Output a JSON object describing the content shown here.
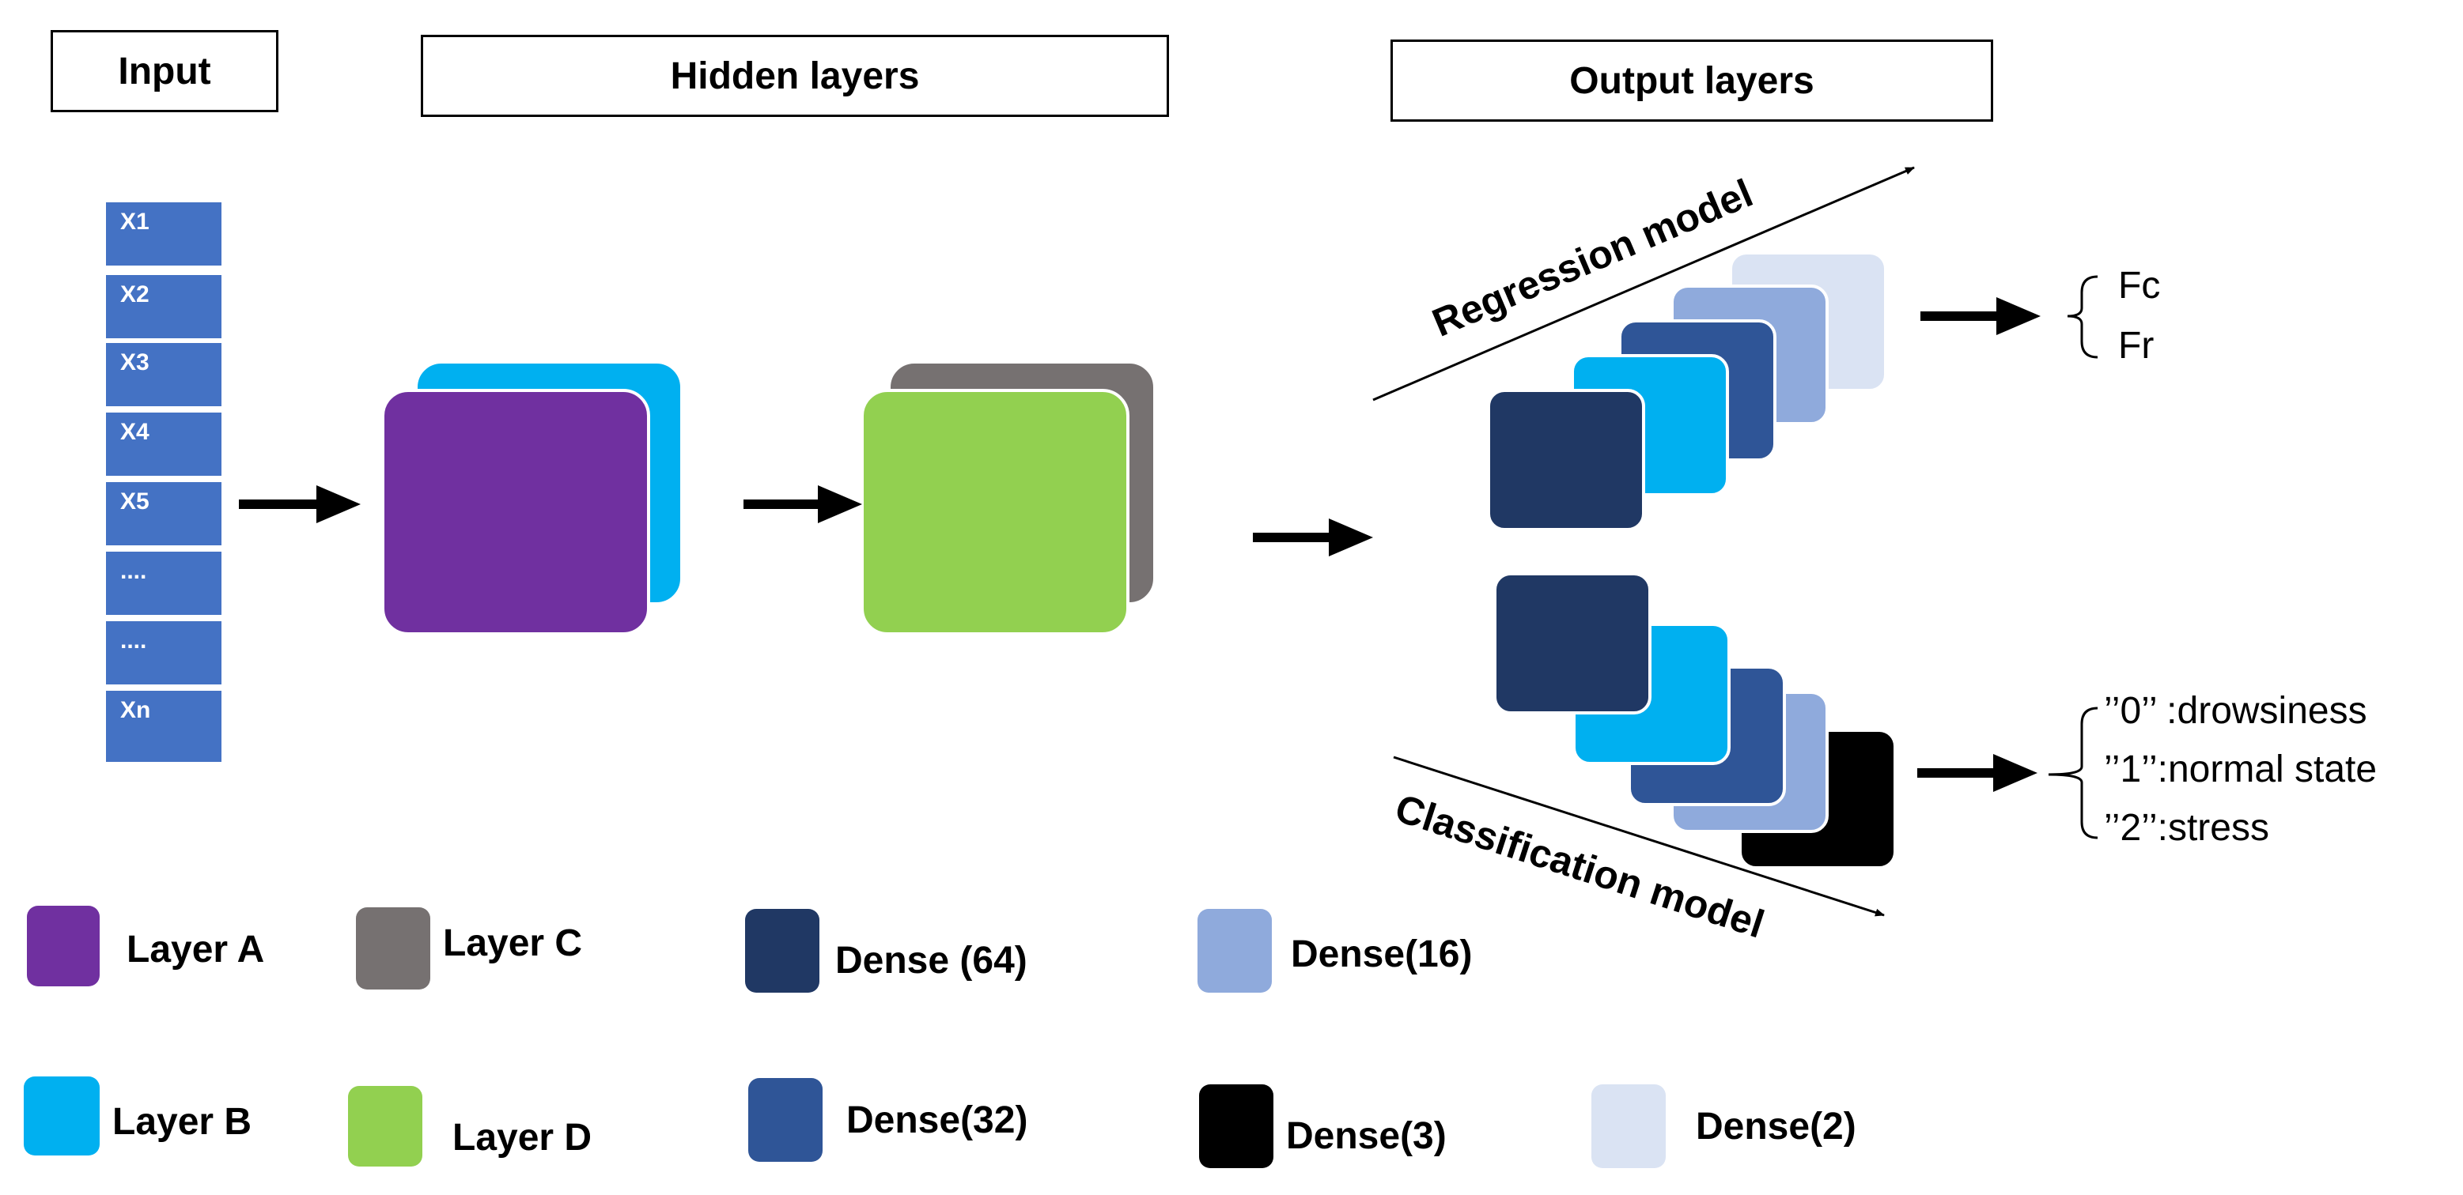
{
  "headers": {
    "input": "Input",
    "hidden": "Hidden layers",
    "output": "Output layers"
  },
  "input_cells": [
    "X1",
    "X2",
    "X3",
    "X4",
    "X5",
    "....",
    "....",
    "Xn"
  ],
  "models": {
    "regression": "Regression model",
    "classification": "Classification model"
  },
  "regression_outputs": [
    "Fc",
    "Fr"
  ],
  "classification_outputs": [
    "’’0’’ :drowsiness",
    "’’1’’:normal state",
    "’’2’’:stress"
  ],
  "legend": {
    "layer_a": "Layer A",
    "layer_b": "Layer B",
    "layer_c": "Layer C",
    "layer_d": "Layer D",
    "dense64": "Dense (64)",
    "dense32": "Dense(32)",
    "dense16": "Dense(16)",
    "dense3": "Dense(3)",
    "dense2": "Dense(2)"
  },
  "colors": {
    "layer_a": "#7030a0",
    "layer_b": "#00b0f0",
    "layer_c": "#767171",
    "layer_d": "#92d050",
    "dense64": "#203864",
    "dense32": "#2f5597",
    "dense16": "#8faadc",
    "dense3": "#000000",
    "dense2": "#dae3f3",
    "input_cell": "#4472c4"
  }
}
